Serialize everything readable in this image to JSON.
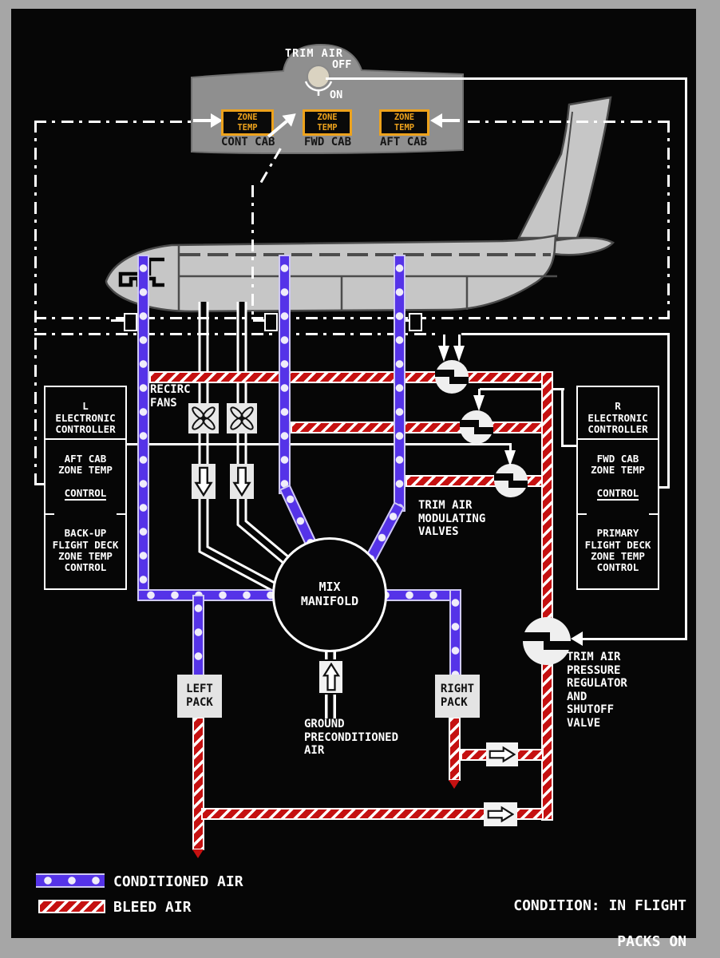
{
  "panel": {
    "trim_air_label": "TRIM AIR",
    "knob_off": "OFF",
    "knob_on": "ON",
    "zones": {
      "cont": {
        "indicator": "ZONE\nTEMP",
        "label": "CONT CAB"
      },
      "fwd": {
        "indicator": "ZONE\nTEMP",
        "label": "FWD CAB"
      },
      "aft": {
        "indicator": "ZONE\nTEMP",
        "label": "AFT CAB"
      }
    }
  },
  "controllers": {
    "left": {
      "title": "L\nELECTRONIC\nCONTROLLER",
      "fn1": "AFT CAB\nZONE TEMP",
      "fn1_control": "CONTROL",
      "fn2": "BACK-UP\nFLIGHT DECK\nZONE TEMP\nCONTROL"
    },
    "right": {
      "title": "R\nELECTRONIC\nCONTROLLER",
      "fn1": "FWD CAB\nZONE TEMP",
      "fn1_control": "CONTROL",
      "fn2": "PRIMARY\nFLIGHT DECK\nZONE TEMP\nCONTROL"
    }
  },
  "labels": {
    "recirc_fans": "RECIRC\nFANS",
    "trim_air_modulating_valves": "TRIM AIR\nMODULATING\nVALVES",
    "mix_manifold": "MIX\nMANIFOLD",
    "left_pack": "LEFT\nPACK",
    "right_pack": "RIGHT\nPACK",
    "ground_preconditioned_air": "GROUND\nPRECONDITIONED\nAIR",
    "trim_air_pressure_regulator": "TRIM AIR\nPRESSURE\nREGULATOR\nAND\nSHUTOFF\nVALVE"
  },
  "legend": {
    "conditioned_air": "CONDITIONED AIR",
    "bleed_air": "BLEED AIR"
  },
  "condition": {
    "line1": "CONDITION: IN FLIGHT",
    "line2": "PACKS ON"
  },
  "colors": {
    "conditioned_air": "#5533e8",
    "bleed_air": "#c51111",
    "amber": "#eda21c",
    "panel_gray": "#8f8f8f",
    "aircraft_gray": "#c6c6c6"
  }
}
